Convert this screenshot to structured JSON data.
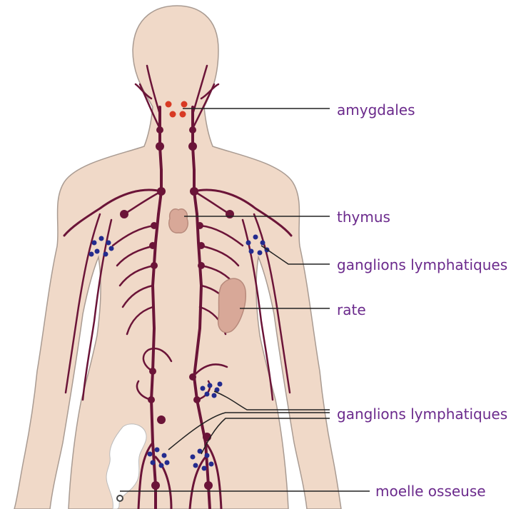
{
  "colors": {
    "skin": "#f0d9c8",
    "skin_outline": "#a99b92",
    "vessel": "#6b1438",
    "node_dark": "#6b1438",
    "node_blue": "#232b8e",
    "tonsil_red": "#d83a24",
    "organ_fill": "#d8a898",
    "organ_outline": "#b78a7c",
    "bone_fill": "#ffffff",
    "leader_line": "#222222",
    "label_text": "#6b2a8c"
  },
  "labels": {
    "tonsils": "amygdales",
    "thymus": "thymus",
    "lymph_nodes_arm": "ganglions lymphatiques",
    "spleen": "rate",
    "lymph_nodes_groin": "ganglions lymphatiques",
    "bone_marrow": "moelle osseuse"
  }
}
